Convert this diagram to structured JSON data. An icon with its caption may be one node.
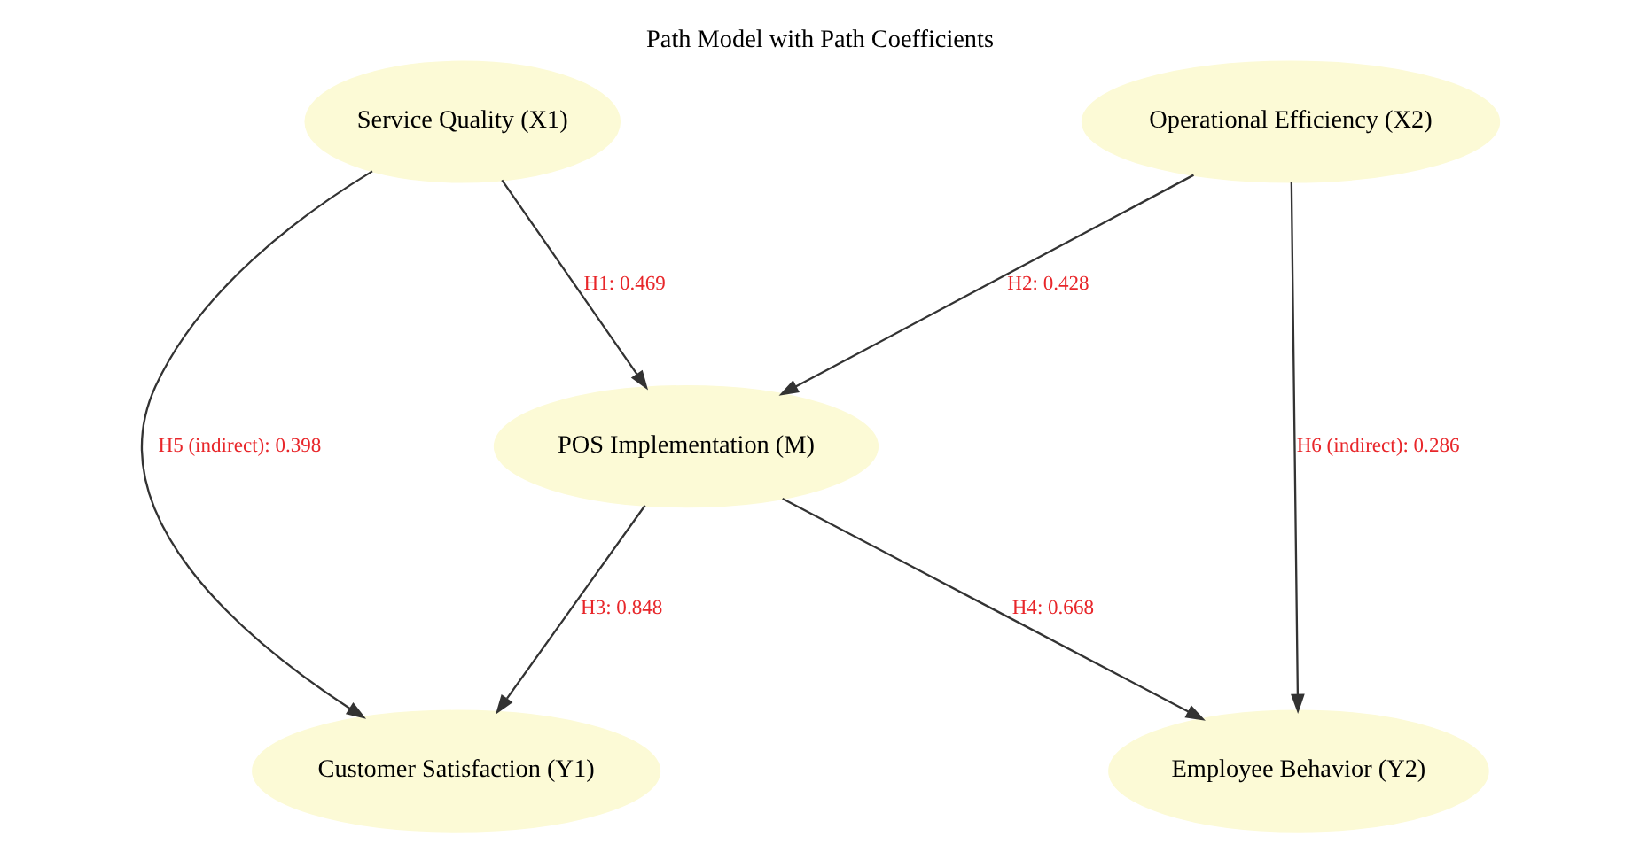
{
  "diagram": {
    "title": "Path Model with Path Coefficients",
    "nodes": [
      {
        "text": [
          "Service Quality (X1)"
        ]
      },
      {
        "text": [
          "Operational Efficiency (X2)"
        ]
      },
      {
        "text": [
          "POS Implementation (M)"
        ]
      },
      {
        "text": [
          "Customer Satisfaction (Y1)"
        ]
      },
      {
        "text": [
          "Employee Behavior (Y2)"
        ]
      }
    ],
    "edges": [
      {
        "from": 0,
        "to": 2,
        "arrow": "to",
        "label": "H1: 0.469"
      },
      {
        "from": 1,
        "to": 2,
        "arrow": "to",
        "label": "H2: 0.428"
      },
      {
        "from": 2,
        "to": 3,
        "arrow": "to",
        "label": "H3: 0.848"
      },
      {
        "from": 2,
        "to": 4,
        "arrow": "to",
        "label": "H4: 0.668"
      },
      {
        "from": 0,
        "to": 3,
        "arrow": "to",
        "label": "H5 (indirect): 0.398"
      },
      {
        "from": 1,
        "to": 4,
        "arrow": "to",
        "label": "H6 (indirect): 0.286"
      }
    ]
  }
}
